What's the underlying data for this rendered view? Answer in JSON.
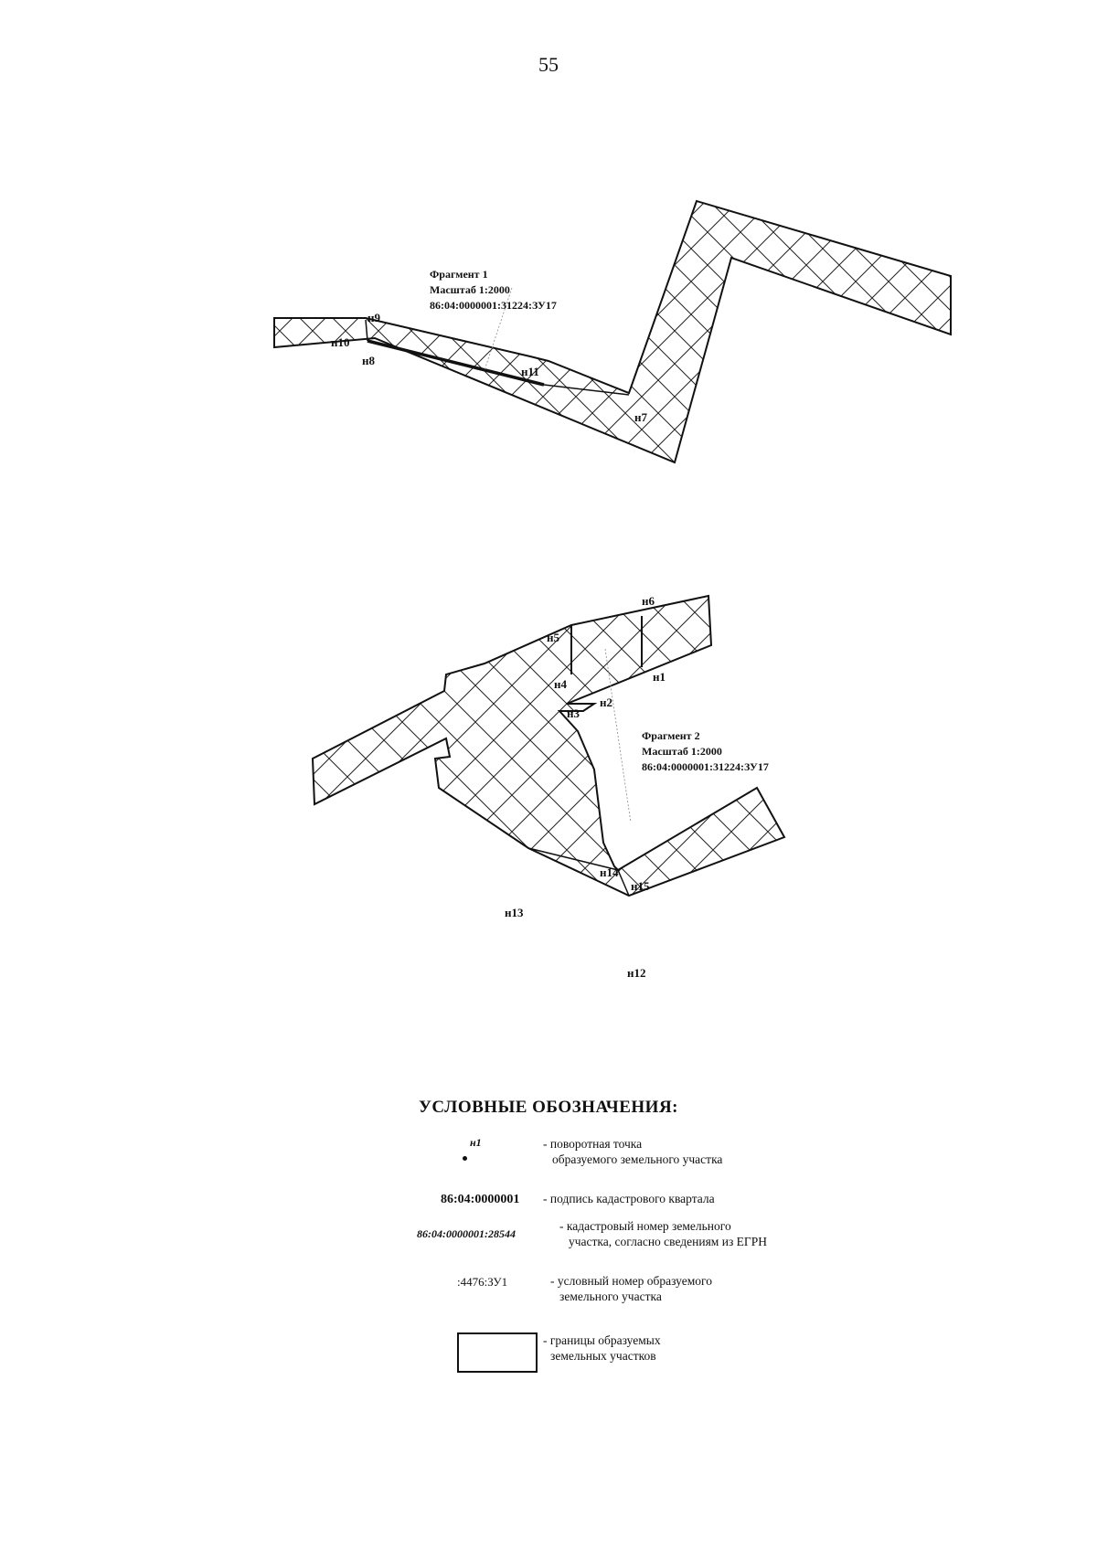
{
  "page_number": "55",
  "fragment1": {
    "title": "Фрагмент 1",
    "scale": "Масштаб 1:2000",
    "cadastral": "86:04:0000001:31224:ЗУ17",
    "points": [
      "н7",
      "н8",
      "н9",
      "н10",
      "н11"
    ]
  },
  "fragment2": {
    "title": "Фрагмент 2",
    "scale": "Масштаб 1:2000",
    "cadastral": "86:04:0000001:31224:ЗУ17",
    "points": [
      "н1",
      "н2",
      "н3",
      "н4",
      "н5",
      "н6",
      "н12",
      "н13",
      "н14",
      "н15"
    ]
  },
  "legend": {
    "title": "УСЛОВНЫЕ ОБОЗНАЧЕНИЯ:",
    "items": [
      {
        "symbol": "н1",
        "lines": [
          "- поворотная точка",
          "образуемого земельного участка"
        ]
      },
      {
        "symbol": "86:04:0000001",
        "lines": [
          "- подпись кадастрового квартала"
        ]
      },
      {
        "symbol": "86:04:0000001:28544",
        "lines": [
          "- кадастровый номер земельного",
          "участка, согласно сведениям из ЕГРН"
        ]
      },
      {
        "symbol": ":4476:ЗУ1",
        "lines": [
          "- условный номер образуемого",
          "земельного участка"
        ]
      },
      {
        "symbol": "",
        "lines": [
          "- границы образуемых",
          "земельных участков"
        ]
      }
    ]
  }
}
